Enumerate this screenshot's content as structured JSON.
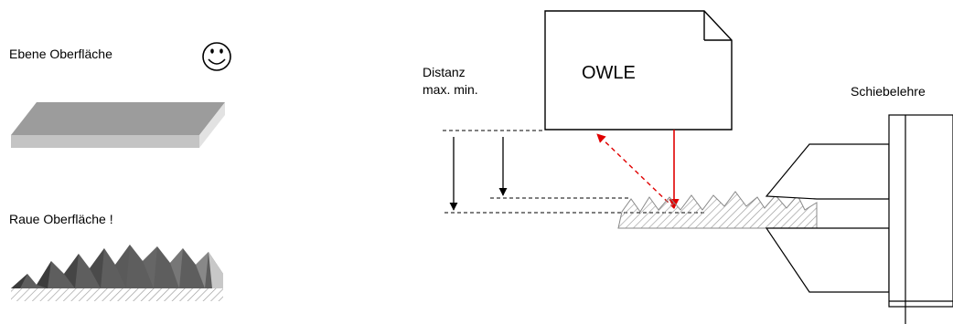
{
  "left": {
    "smooth_label": "Ebene Oberfläche",
    "rough_label": "Raue Oberfläche !"
  },
  "sensor": {
    "label": "OWLE"
  },
  "distance": {
    "title": "Distanz",
    "subtitle": "max.  min."
  },
  "caliper": {
    "label": "Schiebelehre"
  },
  "colors": {
    "laser": "#e00000",
    "smooth_top": "#9c9c9c",
    "smooth_front": "#c4c4c4",
    "smooth_side": "#e2e2e2",
    "hatch": "#a8a8a8"
  },
  "icons": {
    "happy": "smiley-icon"
  }
}
